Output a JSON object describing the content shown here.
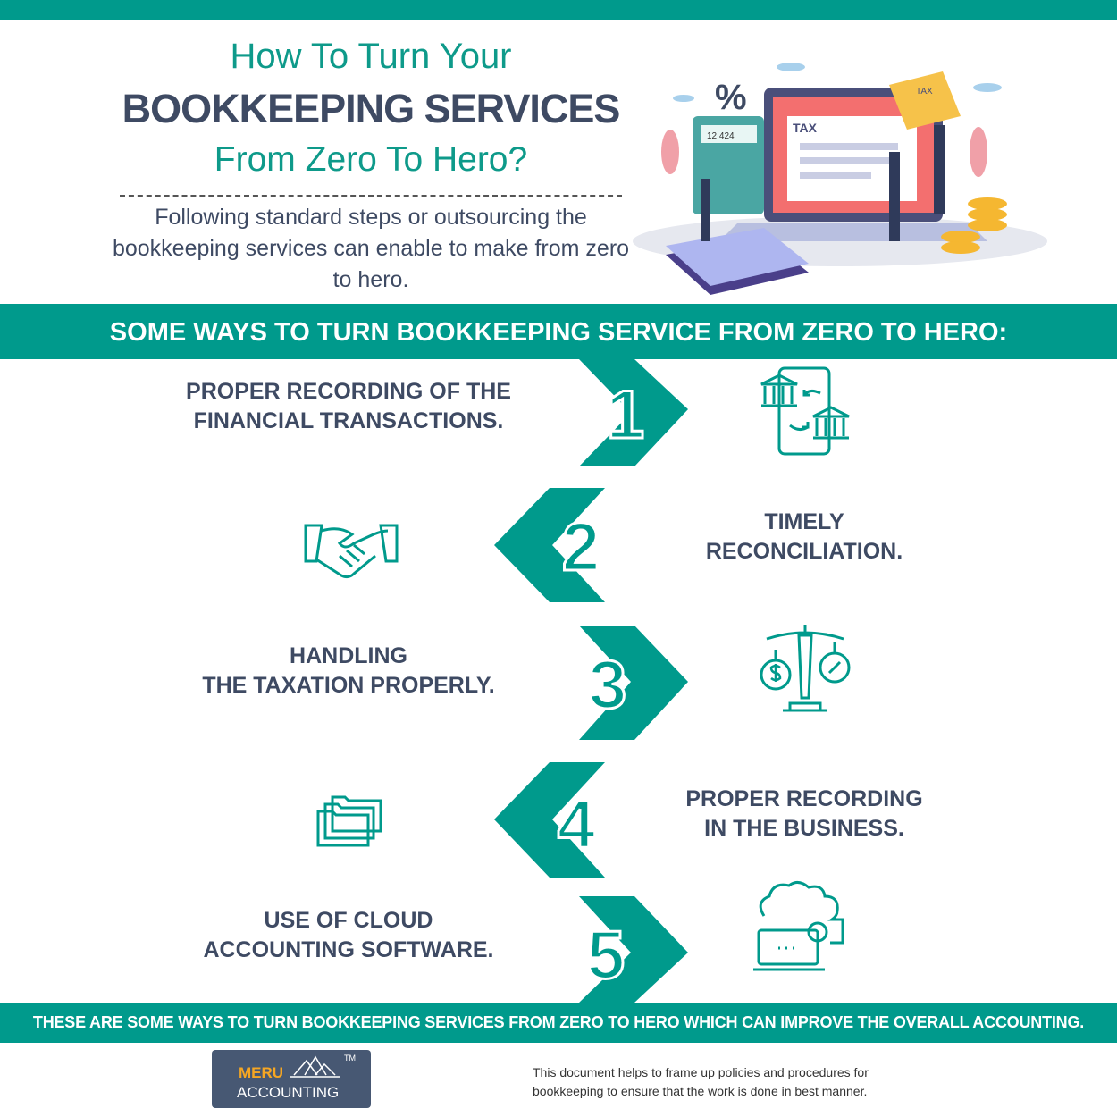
{
  "header": {
    "title_line1": "How To Turn Your",
    "title_line2": "BOOKKEEPING SERVICES",
    "title_line3": "From Zero To Hero?",
    "subtitle": "Following standard steps or outsourcing the bookkeeping services can enable to make from zero to hero.",
    "illustration_labels": {
      "percent": "%",
      "calculator": "12.424",
      "tax_screen": "TAX",
      "tax_envelope": "TAX"
    }
  },
  "banner": "SOME WAYS TO TURN BOOKKEEPING SERVICE FROM ZERO TO HERO:",
  "steps": [
    {
      "number": "1",
      "line1": "PROPER RECORDING OF THE",
      "line2": "FINANCIAL TRANSACTIONS.",
      "icon": "bank-transfer-icon"
    },
    {
      "number": "2",
      "line1": "TIMELY",
      "line2": "RECONCILIATION.",
      "icon": "handshake-icon"
    },
    {
      "number": "3",
      "line1": "HANDLING",
      "line2": "THE TAXATION PROPERLY.",
      "icon": "tax-scale-icon"
    },
    {
      "number": "4",
      "line1": "PROPER RECORDING",
      "line2": "IN THE BUSINESS.",
      "icon": "folders-icon"
    },
    {
      "number": "5",
      "line1": "USE OF CLOUD",
      "line2": "ACCOUNTING SOFTWARE.",
      "icon": "cloud-laptop-icon"
    }
  ],
  "footer_banner": "THESE ARE SOME WAYS TO TURN BOOKKEEPING SERVICES FROM ZERO TO HERO WHICH CAN IMPROVE THE OVERALL ACCOUNTING.",
  "logo": {
    "word1": "MERU",
    "word2": "ACCOUNTING",
    "tm": "TM"
  },
  "note": {
    "line1": "This document helps to frame up policies and procedures for",
    "line2": "bookkeeping to ensure that the work is done in best manner."
  },
  "colors": {
    "teal": "#009a8c",
    "text": "#3e4a63",
    "logo_bg": "#475873",
    "logo_accent": "#f5a623"
  }
}
